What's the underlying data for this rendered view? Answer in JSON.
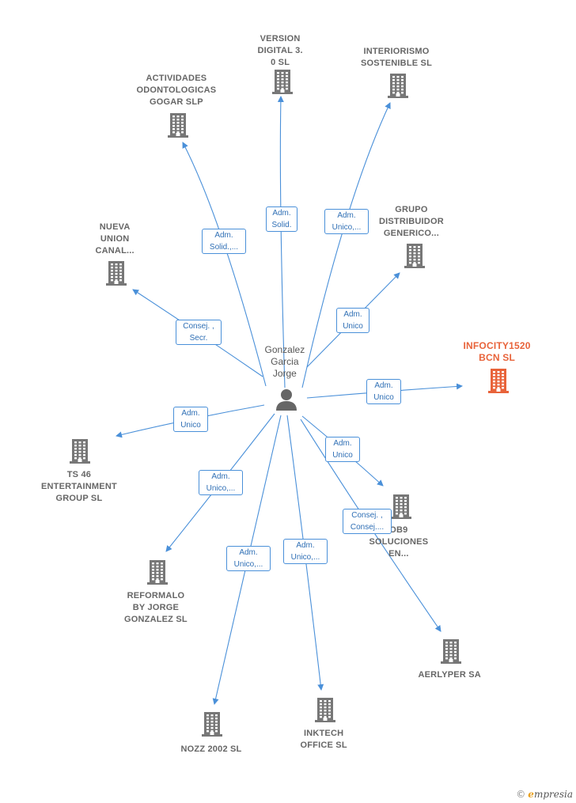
{
  "colors": {
    "edge": "#4a90d9",
    "node_icon": "#777777",
    "main_icon": "#e8633a",
    "person_icon": "#666666"
  },
  "center": {
    "name": "Gonzalez\nGarcia\nJorge",
    "icon": "person-icon"
  },
  "nodes": [
    {
      "id": "version",
      "label": "VERSION\nDIGITAL 3.\n0 SL",
      "main": false
    },
    {
      "id": "interiorismo",
      "label": "INTERIORISMO\nSOSTENIBLE SL",
      "main": false
    },
    {
      "id": "actividades",
      "label": "ACTIVIDADES\nODONTOLOGICAS\nGOGAR SLP",
      "main": false
    },
    {
      "id": "grupo",
      "label": "GRUPO\nDISTRIBUIDOR\nGENERICO...",
      "main": false
    },
    {
      "id": "nueva",
      "label": "NUEVA\nUNION\nCANAL...",
      "main": false
    },
    {
      "id": "infocity",
      "label": "INFOCITY1520\nBCN  SL",
      "main": true
    },
    {
      "id": "ts46",
      "label": "TS 46\nENTERTAINMENT\nGROUP  SL",
      "main": false
    },
    {
      "id": "ob9",
      "label": "OB9\nSOLUCIONES\nEN...",
      "main": false
    },
    {
      "id": "reformalo",
      "label": "REFORMALO\nBY JORGE\nGONZALEZ  SL",
      "main": false
    },
    {
      "id": "aerlyper",
      "label": "AERLYPER SA",
      "main": false
    },
    {
      "id": "nozz",
      "label": "NOZZ 2002  SL",
      "main": false
    },
    {
      "id": "inktech",
      "label": "INKTECH\nOFFICE  SL",
      "main": false
    }
  ],
  "edges": [
    {
      "to": "version",
      "label": "Adm.\nSolid."
    },
    {
      "to": "interiorismo",
      "label": "Adm.\nUnico,..."
    },
    {
      "to": "actividades",
      "label": "Adm.\nSolid.,..."
    },
    {
      "to": "grupo",
      "label": "Adm.\nUnico"
    },
    {
      "to": "nueva",
      "label": "Consej. ,\nSecr."
    },
    {
      "to": "infocity",
      "label": "Adm.\nUnico"
    },
    {
      "to": "ts46",
      "label": "Adm.\nUnico"
    },
    {
      "to": "ob9",
      "label": "Adm.\nUnico"
    },
    {
      "to": "reformalo",
      "label": "Adm.\nUnico,..."
    },
    {
      "to": "aerlyper",
      "label": "Consej. ,\nConsej...."
    },
    {
      "to": "nozz",
      "label": "Adm.\nUnico,..."
    },
    {
      "to": "inktech",
      "label": "Adm.\nUnico,..."
    }
  ],
  "brand": {
    "copyright": "©",
    "initial": "e",
    "rest": "mpresia"
  }
}
